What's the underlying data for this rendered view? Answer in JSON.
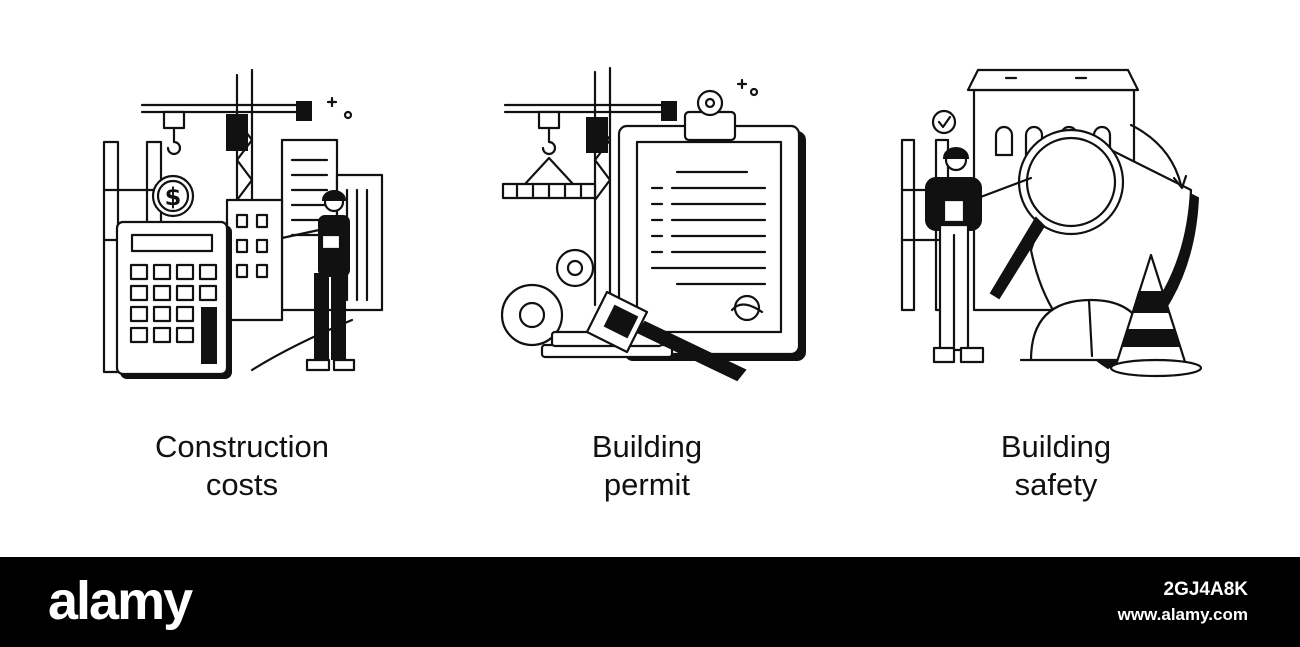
{
  "panels": [
    {
      "line1": "Construction",
      "line2": "costs",
      "icon": "construction-costs-illustration"
    },
    {
      "line1": "Building",
      "line2": "permit",
      "icon": "building-permit-illustration"
    },
    {
      "line1": "Building",
      "line2": "safety",
      "icon": "building-safety-illustration"
    }
  ],
  "footer": {
    "brand": "alamy",
    "image_id": "2GJ4A8K",
    "site": "www.alamy.com"
  },
  "colors": {
    "ink": "#111111",
    "background": "#ffffff",
    "footer": "#000000"
  }
}
